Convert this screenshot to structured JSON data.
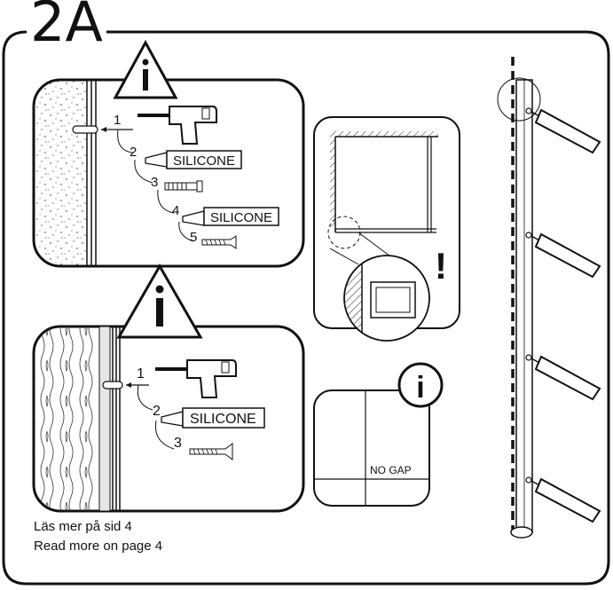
{
  "step": "2A",
  "panel_wall_masonry": {
    "steps": [
      "1",
      "2",
      "3",
      "4",
      "5"
    ],
    "labels": [
      "SILICONE",
      "SILICONE"
    ]
  },
  "panel_wall_wood": {
    "steps": [
      "1",
      "2",
      "3"
    ],
    "labels": [
      "SILICONE"
    ]
  },
  "no_gap_label": "NO GAP",
  "exclamation": "!",
  "info_symbol": "i",
  "footer": {
    "line_sv": "Läs mer på sid 4",
    "line_en": "Read more on page 4"
  }
}
